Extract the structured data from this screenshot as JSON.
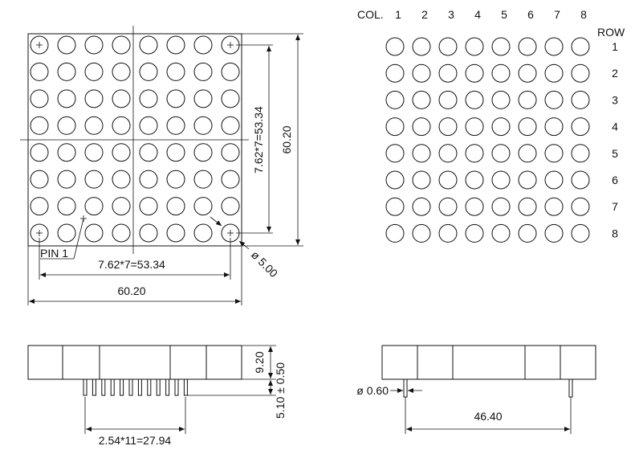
{
  "front_view": {
    "pitch_label": "7.62*7=53.34",
    "width_label": "60.20",
    "height_pitch_label": "7.62*7=53.34",
    "height_label": "60.20",
    "pin_label": "PIN 1",
    "diameter_label": "ø 5.00",
    "rows": 8,
    "cols": 8
  },
  "schematic": {
    "col_prefix": "COL.",
    "col_numbers": [
      "1",
      "2",
      "3",
      "4",
      "5",
      "6",
      "7",
      "8"
    ],
    "row_header": "ROW",
    "row_numbers": [
      "1",
      "2",
      "3",
      "4",
      "5",
      "6",
      "7",
      "8"
    ]
  },
  "side_view": {
    "height_label": "9.20",
    "pin_length_label": "5.10 ± 0.50",
    "pin_pitch_label": "2.54*11=27.94",
    "pin_count": 12
  },
  "end_view": {
    "pin_diameter_label": "ø 0.60",
    "pin_span_label": "46.40"
  }
}
